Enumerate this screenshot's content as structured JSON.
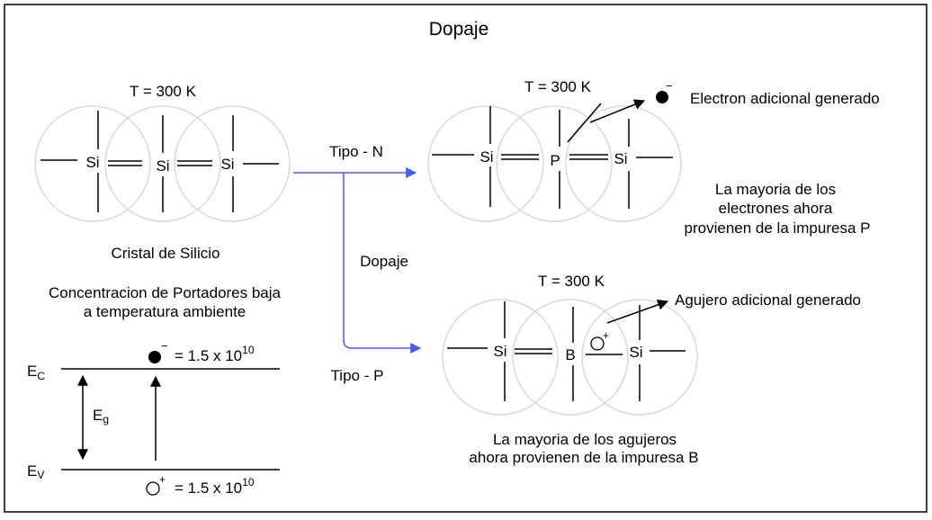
{
  "title": "Dopaje",
  "colors": {
    "frame": "#000000",
    "circle": "#d9d9d9",
    "line": "#000000",
    "arrow_blue": "#4b5cf0"
  },
  "left": {
    "temperature": "T = 300 K",
    "atoms": [
      "Si",
      "Si",
      "Si"
    ],
    "caption": "Cristal de Silicio",
    "concentration_lines": [
      "Concentracion de Portadores baja",
      "a temperatura ambiente"
    ],
    "band": {
      "ec_main": "E",
      "ec_sub": "C",
      "ev_main": "E",
      "ev_sub": "V",
      "eg_main": "E",
      "eg_sub": "g",
      "electron_sign": "−",
      "hole_sign": "+",
      "electron_conc_prefix": "= 1.5 x 10",
      "electron_conc_exp": "10",
      "hole_conc_prefix": "= 1.5 x 10",
      "hole_conc_exp": "10"
    }
  },
  "middle": {
    "tipo_n": "Tipo - N",
    "dopaje": "Dopaje",
    "tipo_p": "Tipo - P"
  },
  "n_type": {
    "temperature": "T = 300 K",
    "atoms": [
      "Si",
      "P",
      "Si"
    ],
    "electron_sign": "−",
    "extra_label": "Electron adicional generado",
    "note_lines": [
      "La mayoria de los",
      "electrones ahora",
      "provienen de la impuresa P"
    ]
  },
  "p_type": {
    "temperature": "T = 300 K",
    "atoms": [
      "Si",
      "B",
      "Si"
    ],
    "hole_sign": "+",
    "extra_label": "Agujero adicional generado",
    "note_lines": [
      "La mayoria de los agujeros",
      "ahora provienen de la impuresa B"
    ]
  }
}
